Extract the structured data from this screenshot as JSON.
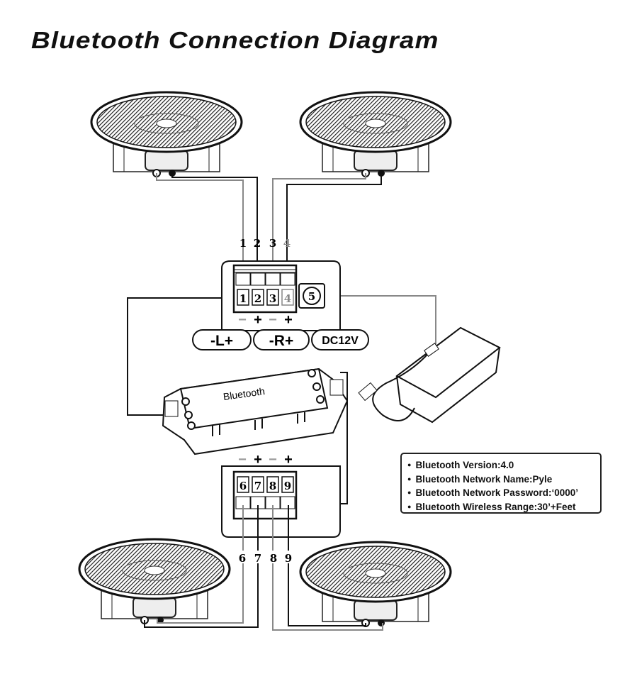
{
  "title": "Bluetooth Connection Diagram",
  "top_terminal": {
    "numbers": [
      "1",
      "2",
      "3",
      "4"
    ],
    "dc_number": "5",
    "polarity": [
      "−",
      "+",
      "−",
      "+"
    ]
  },
  "labels": {
    "left": "-L+",
    "right": "-R+",
    "dc": "DC12V"
  },
  "module": {
    "brand": "Bluetooth"
  },
  "bottom_terminal": {
    "numbers": [
      "6",
      "7",
      "8",
      "9"
    ],
    "polarity": [
      "−",
      "+",
      "−",
      "+"
    ]
  },
  "info": {
    "items": [
      "Bluetooth Version:4.0",
      "Bluetooth Network Name:Pyle",
      "Bluetooth Network Password:‘0000’",
      "Bluetooth Wireless Range:30’+Feet"
    ]
  },
  "colors": {
    "line": "#111111",
    "wire_gray": "#888888"
  }
}
